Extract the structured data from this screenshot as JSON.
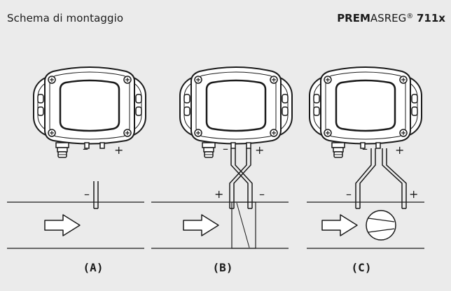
{
  "header": {
    "title": "Schema di montaggio",
    "brand_bold": "PREM",
    "brand_regular": "ASREG",
    "brand_reg_mark": "®",
    "model": "711x"
  },
  "panels": [
    {
      "label": "(A)",
      "signs": {
        "minus_top": "–",
        "plus_top": "+",
        "minus_pipe": "–"
      }
    },
    {
      "label": "(B)",
      "signs": {
        "minus_top": "–",
        "plus_top": "+",
        "plus_pipe": "+",
        "minus_pipe": "–"
      }
    },
    {
      "label": "(C)",
      "signs": {
        "minus_top": "–",
        "plus_top": "+",
        "minus_pipe": "–",
        "plus_pipe": "+"
      }
    }
  ],
  "colors": {
    "background": "#ebebeb",
    "line": "#1a1a1a",
    "device_fill": "#ffffff"
  }
}
